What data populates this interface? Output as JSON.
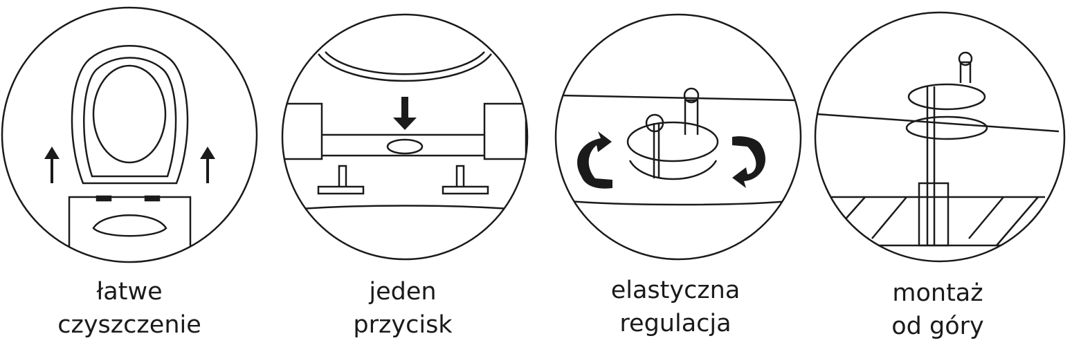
{
  "features": [
    {
      "line1": "łatwe",
      "line2": "czyszczenie",
      "icon": "toilet-seat-lift-icon"
    },
    {
      "line1": "jeden",
      "line2": "przycisk",
      "icon": "one-button-release-icon"
    },
    {
      "line1": "elastyczna",
      "line2": "regulacja",
      "icon": "adjustable-hinge-icon"
    },
    {
      "line1": "montaż",
      "line2": "od góry",
      "icon": "top-mounting-icon"
    }
  ]
}
